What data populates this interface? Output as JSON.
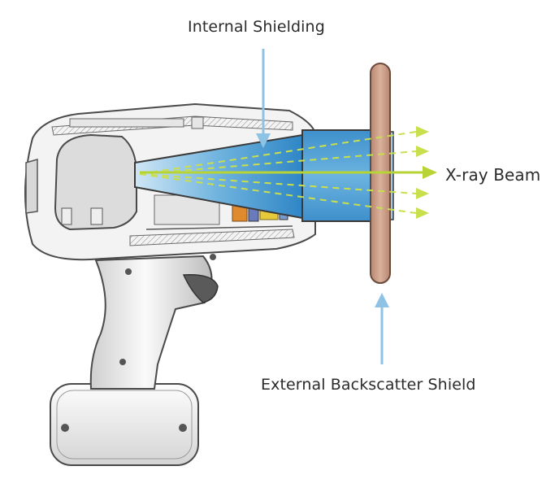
{
  "labels": {
    "internal_shielding": "Internal Shielding",
    "xray_beam": "X-ray Beam",
    "external_backscatter_shield": "External Backscatter Shield"
  },
  "colors": {
    "callout_arrow": "#8ec3e6",
    "beam_arrow": "#b7d334",
    "beam_cone": "#4f9ed3",
    "shield_plate": "#c79a82",
    "housing": "#f2f2f2",
    "outline": "#4a4a4a"
  }
}
